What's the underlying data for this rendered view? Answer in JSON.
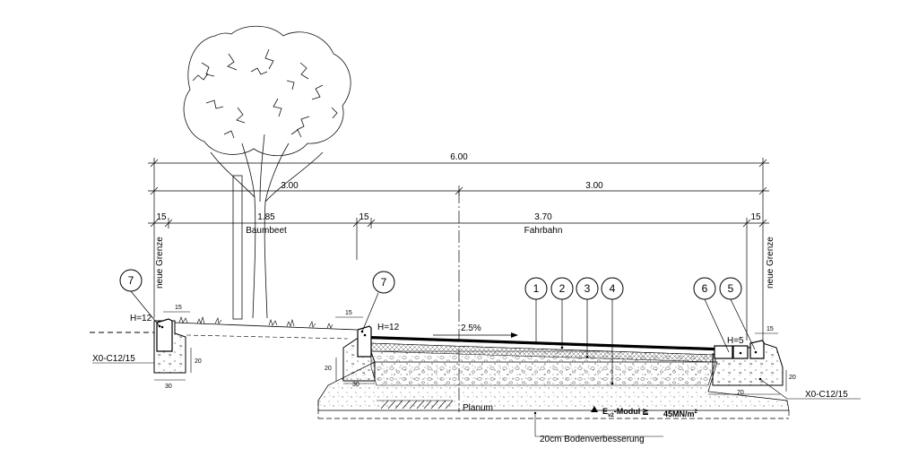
{
  "dimensions": {
    "total": "6.00",
    "left_half": "3.00",
    "right_half": "3.00",
    "curb_left": "15",
    "baumbeet": "1.85",
    "curb_mid": "15",
    "fahrbahn": "3.70",
    "curb_right": "15"
  },
  "labels": {
    "baumbeet": "Baumbeet",
    "fahrbahn": "Fahrbahn",
    "neue_grenze_left": "neue Grenze",
    "neue_grenze_right": "neue Grenze",
    "slope": "2.5%",
    "planum": "Planum",
    "ev2_prefix": "E",
    "ev2_sub": "v2",
    "ev2_text": "-Modul",
    "ev2_ge": "≧",
    "ev2_value": "45MN/m",
    "ev2_sup": "2",
    "bodenverbesserung": "20cm Bodenverbesserung",
    "concrete_left": "X0-C12/15",
    "concrete_right": "X0-C12/15",
    "h12_left": "H=12",
    "h12_mid": "H=12",
    "h5": "H=5"
  },
  "small_dims": {
    "left_top": "15",
    "left_depth": "20",
    "left_width": "30",
    "mid_top": "15",
    "mid_depth": "20",
    "mid_width": "30",
    "right_top": "15",
    "right_depth": "20",
    "right_width": "70"
  },
  "callouts": [
    "7",
    "7",
    "1",
    "2",
    "3",
    "4",
    "6",
    "5"
  ]
}
